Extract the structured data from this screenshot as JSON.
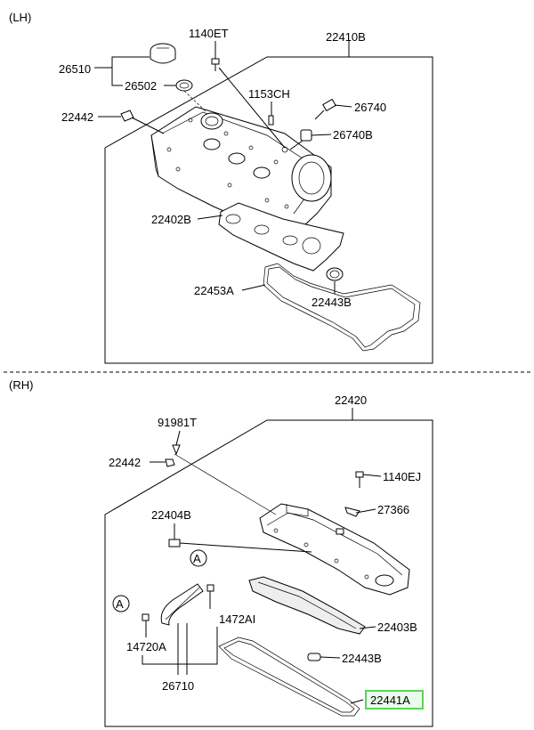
{
  "sections": {
    "lh": {
      "header": "(LH)"
    },
    "rh": {
      "header": "(RH)"
    }
  },
  "labels": {
    "p26510": "26510",
    "p1140ET": "1140ET",
    "p22410B": "22410B",
    "p26502": "26502",
    "p1153CH": "1153CH",
    "p22442_lh": "22442",
    "p26740": "26740",
    "p26740B": "26740B",
    "p22402B": "22402B",
    "p22453A": "22453A",
    "p22443B_lh": "22443B",
    "p22420": "22420",
    "p91981T": "91981T",
    "p22442_rh": "22442",
    "p1140EJ": "1140EJ",
    "p27366": "27366",
    "p22404B": "22404B",
    "ref_a1": "A",
    "ref_a2": "A",
    "p14720A": "14720A",
    "p1472AI": "1472AI",
    "p22403B": "22403B",
    "p22443B_rh": "22443B",
    "p26710": "26710",
    "p22441A": "22441A"
  },
  "highlight": {
    "color": "#5ed25e",
    "part": "22441A"
  }
}
